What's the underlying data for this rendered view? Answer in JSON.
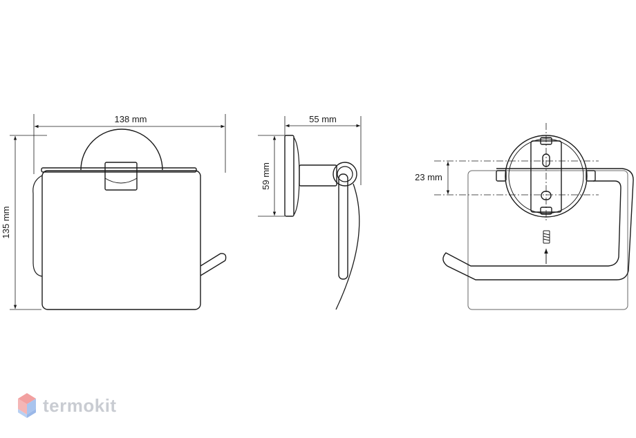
{
  "dimensions": {
    "width": "138 mm",
    "height": "135 mm",
    "depth": "55 mm",
    "plate_height": "59 mm",
    "hole_spacing": "23 mm"
  },
  "brand": {
    "name": "termokit",
    "colors": {
      "logo_red": "#f2a0a0",
      "logo_blue": "#a9c4ee",
      "logo_text": "#c9ccd2"
    }
  },
  "colors": {
    "line": "#1a1a1a",
    "hidden_line": "#666666"
  }
}
